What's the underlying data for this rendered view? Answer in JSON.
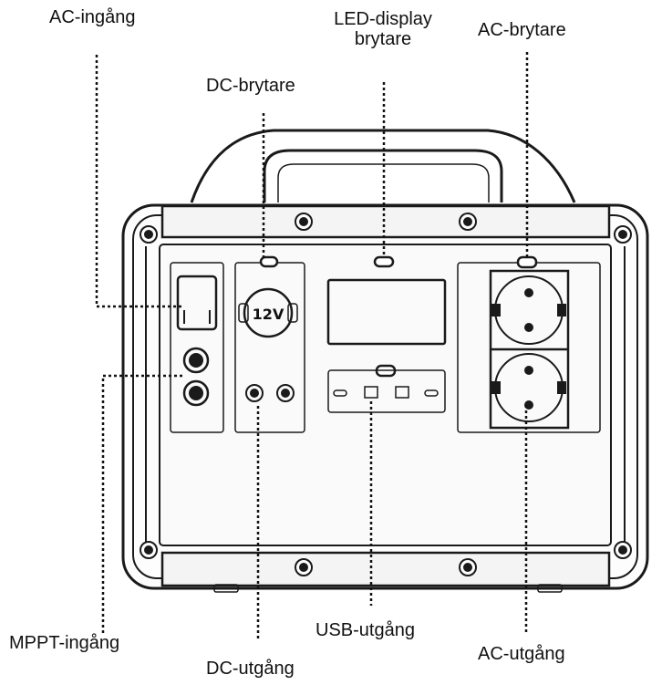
{
  "labels": {
    "ac_input": "AC-ingång",
    "led_display_switch_line1": "LED-display",
    "led_display_switch_line2": "brytare",
    "ac_switch": "AC-brytare",
    "dc_switch": "DC-brytare",
    "mppt_input": "MPPT-ingång",
    "dc_output": "DC-utgång",
    "usb_output": "USB-utgång",
    "ac_output": "AC-utgång"
  },
  "device": {
    "car_socket_text": "12V"
  },
  "colors": {
    "outline": "#1a1a1a",
    "panel": "#f7f7f7",
    "line": "#111111"
  }
}
